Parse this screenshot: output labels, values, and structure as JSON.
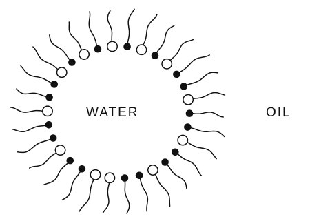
{
  "labels": {
    "inner": "WATER",
    "outer": "OIL"
  },
  "molecules": [
    {
      "head": "open"
    },
    {
      "head": "filled"
    },
    {
      "head": "open"
    },
    {
      "head": "filled"
    },
    {
      "head": "open"
    },
    {
      "head": "filled"
    },
    {
      "head": "filled"
    },
    {
      "head": "open"
    },
    {
      "head": "filled"
    },
    {
      "head": "filled"
    },
    {
      "head": "open"
    },
    {
      "head": "filled"
    },
    {
      "head": "filled"
    },
    {
      "head": "open"
    },
    {
      "head": "filled"
    },
    {
      "head": "filled"
    },
    {
      "head": "open"
    },
    {
      "head": "open"
    },
    {
      "head": "filled"
    },
    {
      "head": "filled"
    },
    {
      "head": "open"
    },
    {
      "head": "filled"
    },
    {
      "head": "filled"
    },
    {
      "head": "open"
    },
    {
      "head": "filled"
    },
    {
      "head": "filled"
    },
    {
      "head": "open"
    },
    {
      "head": "filled"
    },
    {
      "head": "open"
    },
    {
      "head": "filled"
    }
  ],
  "colors": {
    "ink": "#111111",
    "background": "#ffffff"
  }
}
